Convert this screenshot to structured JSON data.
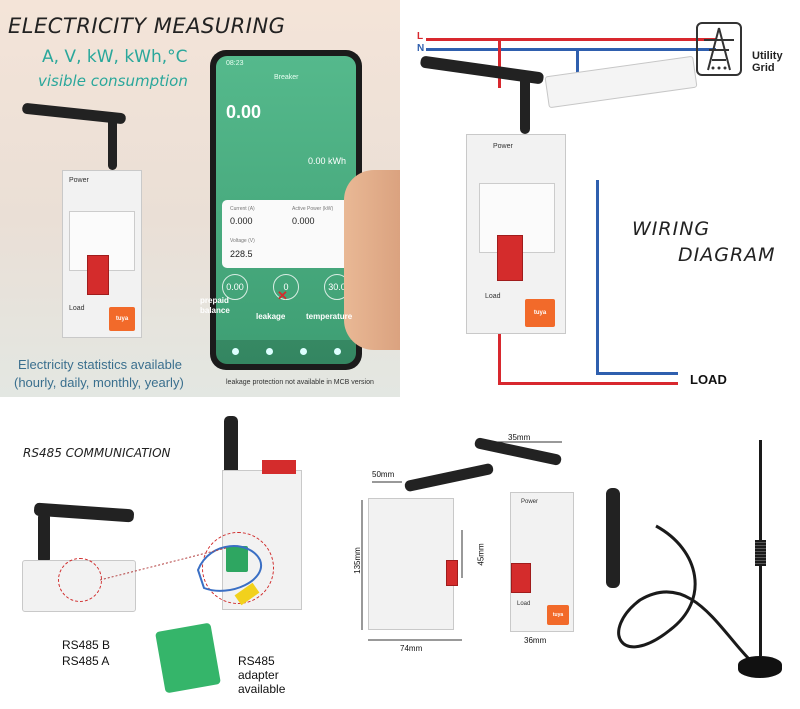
{
  "top_left": {
    "title": "ELECTRICITY MEASURING",
    "units": "A, V, kW, kWh,°C",
    "subtitle": "visible consumption",
    "stats_line1": "Electricity statistics available",
    "stats_line2": "(hourly, daily, monthly, yearly)",
    "note": "leakage protection not available in MCB version",
    "phone": {
      "time": "08:23",
      "header": "Breaker",
      "big_value": "0.00",
      "kwh_value": "0.00 kWh",
      "card": {
        "current_label": "Current (A)",
        "current_value": "0.000",
        "power_label": "Active Power (kW)",
        "power_value": "0.000",
        "voltage_label": "Voltage (V)",
        "voltage_value": "228.5"
      },
      "ring_left": "0.00",
      "ring_mid": "0",
      "ring_right": "30.0",
      "label_prepaid": "prepaid balance",
      "label_leakage": "leakage",
      "label_temperature": "temperature"
    },
    "breaker": {
      "power": "Power",
      "load": "Load",
      "tuya": "tuya"
    }
  },
  "top_right": {
    "label_L": "L",
    "label_N": "N",
    "grid_line1": "Utility",
    "grid_line2": "Grid",
    "wiring1": "WIRING",
    "wiring2": "DIAGRAM",
    "load": "LOAD",
    "breaker": {
      "power": "Power",
      "load": "Load",
      "tuya": "tuya"
    }
  },
  "bottom_left": {
    "title": "RS485 COMMUNICATION",
    "rs485_b": "RS485 B",
    "rs485_a": "RS485 A",
    "adapter_line1": "RS485",
    "adapter_line2": "adapter",
    "adapter_line3": "available"
  },
  "bottom_middle": {
    "dim_35": "35mm",
    "dim_50": "50mm",
    "dim_135": "135mm",
    "dim_45": "45mm",
    "dim_74": "74mm",
    "dim_36": "36mm",
    "breaker": {
      "power": "Power",
      "load": "Load",
      "tuya": "tuya"
    }
  },
  "colors": {
    "live": "#d8282e",
    "neutral": "#2f5fae",
    "accent": "#2aa79b",
    "lever": "#d42c2c",
    "tuya": "#f26a2a"
  }
}
